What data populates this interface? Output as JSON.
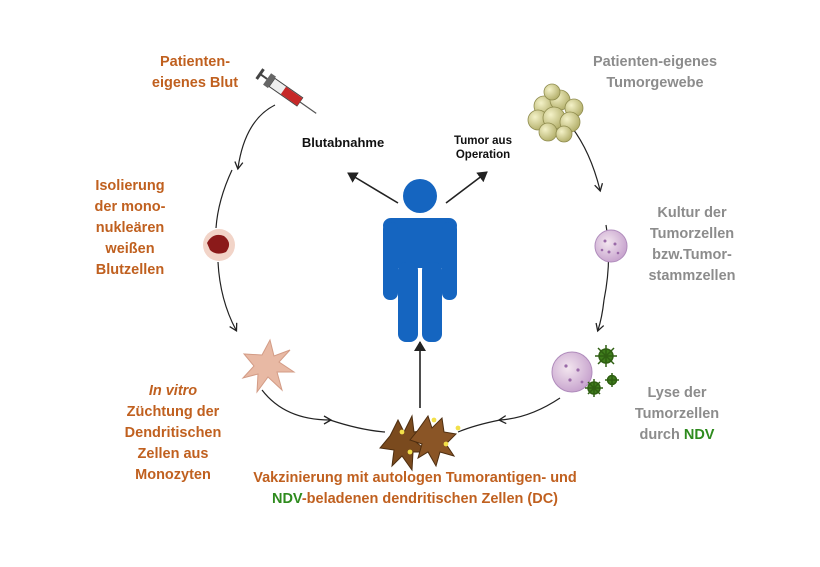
{
  "labels": {
    "blood": [
      "Patienten-",
      "eigenes Blut"
    ],
    "isolation": [
      "Isolierung",
      "der mono-",
      "nukleären",
      "weißen",
      "Blutzellen"
    ],
    "in_vitro": "In vitro",
    "cultivation": [
      "Züchtung der",
      "Dendritischen",
      "Zellen  aus",
      "Monozyten"
    ],
    "tumor_tissue": [
      "Patienten-eigenes",
      "Tumorgewebe"
    ],
    "culture": [
      "Kultur der",
      "Tumorzellen",
      "bzw.Tumor-",
      "stammzellen"
    ],
    "lysis_line1": "Lyse der",
    "lysis_line2": "Tumorzellen",
    "lysis_line3_prefix": "durch ",
    "lysis_line3_ndv": "NDV",
    "blutabnahme": "Blutabnahme",
    "tumor_op": [
      "Tumor aus",
      "Operation"
    ],
    "vaccination_line1": "Vakzinierung mit autologen Tumorantigen- und",
    "vaccination_ndv": "NDV",
    "vaccination_line2_rest": "-beladenen dendritischen Zellen (DC)"
  },
  "colors": {
    "orange": "#c0601f",
    "grey": "#8c8c8c",
    "green": "#2e8b1e",
    "person_blue": "#1565c0"
  }
}
